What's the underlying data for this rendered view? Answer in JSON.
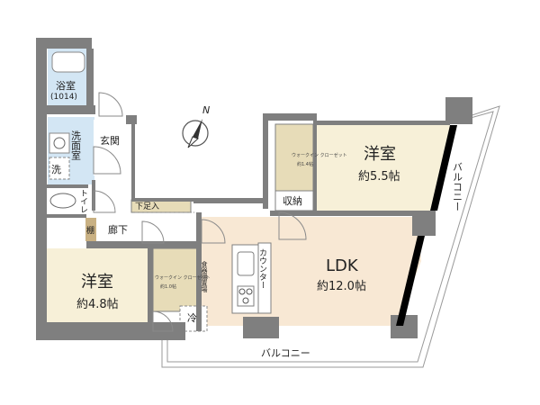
{
  "compass": {
    "north": "N"
  },
  "rooms": {
    "bath": {
      "name": "浴室",
      "code": "(1014)"
    },
    "washroom": {
      "name": "洗面室"
    },
    "laundry": {
      "name": "洗"
    },
    "toilet": {
      "name": "トイレ"
    },
    "entrance": {
      "name": "玄関"
    },
    "shoe_storage": {
      "name": "下足入"
    },
    "hallway": {
      "name": "廊下"
    },
    "shelf": {
      "name": "棚"
    },
    "western_room_1": {
      "name": "洋室",
      "size": "約5.5帖"
    },
    "storage": {
      "name": "収納"
    },
    "walk_in_closet_1": {
      "name": "ウォークイン クローゼット",
      "size": "約1.4帖"
    },
    "ldk": {
      "name": "LDK",
      "size": "約12.0帖"
    },
    "counter": {
      "name": "カウンター"
    },
    "dishwasher_space": {
      "name": "食器棚置場"
    },
    "refrigerator": {
      "name": "冷"
    },
    "western_room_2": {
      "name": "洋室",
      "size": "約4.8帖"
    },
    "walk_in_closet_2": {
      "name": "ウォークイン クローゼット",
      "size": "約1.0帖"
    }
  },
  "balconies": {
    "right": "バルコニー",
    "bottom": "バルコニー"
  }
}
